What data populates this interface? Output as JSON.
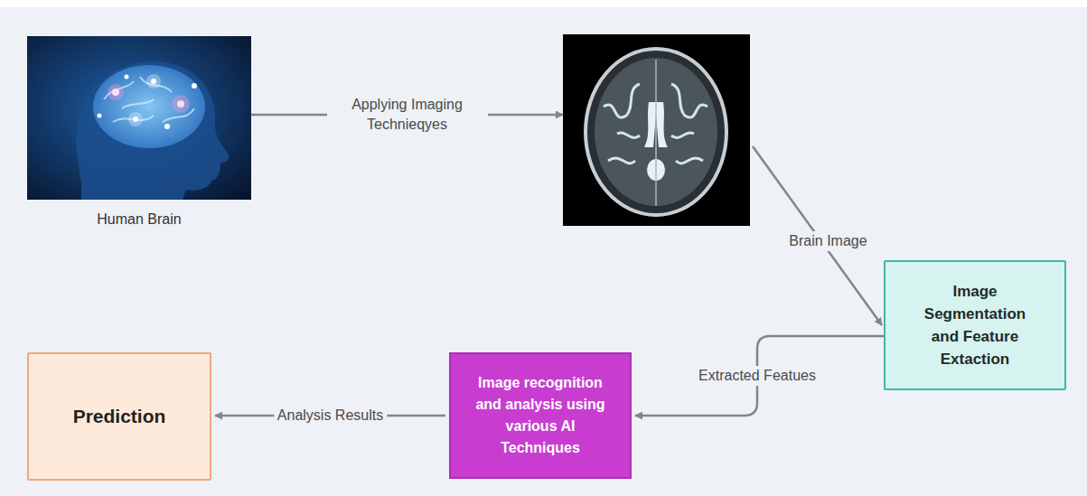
{
  "diagram": {
    "nodes": [
      {
        "text": [
          "Human Brain"
        ]
      },
      {
        "text": []
      },
      {
        "text": [
          "Image Segmentation and Feature Extaction"
        ]
      },
      {
        "text": [
          "Image recognition and analysis using various AI Techniques"
        ]
      },
      {
        "text": [
          "Prediction"
        ]
      }
    ],
    "edges": [
      {
        "from": 0,
        "to": 1,
        "label": "Applying Imaging Technieqyes",
        "arrow": "to"
      },
      {
        "from": 1,
        "to": 2,
        "label": "Brain Image",
        "arrow": "to"
      },
      {
        "from": 2,
        "to": 3,
        "label": "Extracted Featues",
        "arrow": "to"
      },
      {
        "from": 3,
        "to": 4,
        "label": "Analysis Results",
        "arrow": "to"
      }
    ]
  }
}
